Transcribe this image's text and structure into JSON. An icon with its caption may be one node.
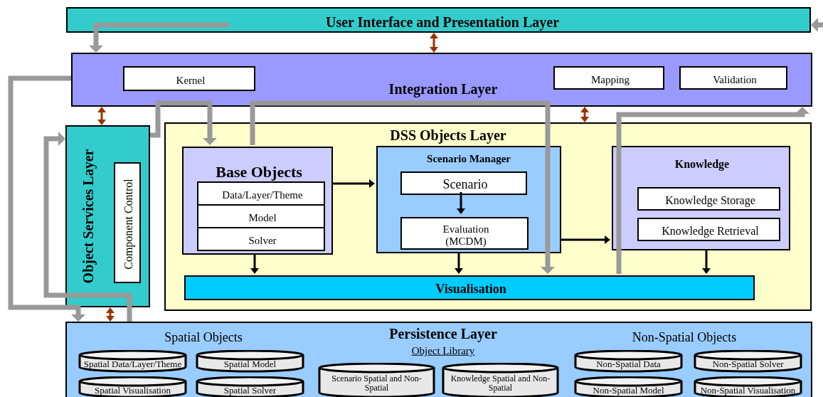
{
  "diagram": {
    "nodes": [
      {
        "text": [
          "User Interface and Presentation Layer"
        ]
      },
      {
        "text": [
          "Integration Layer"
        ]
      },
      {
        "text": [
          "Kernel"
        ],
        "in": 1
      },
      {
        "text": [
          "Mapping"
        ],
        "in": 1
      },
      {
        "text": [
          "Validation"
        ],
        "in": 1
      },
      {
        "text": [
          "Object Services Layer"
        ]
      },
      {
        "text": [
          "Component Control"
        ],
        "in": 5
      },
      {
        "text": [
          "DSS Objects Layer"
        ]
      },
      {
        "text": [
          "Base Objects"
        ],
        "in": 7
      },
      {
        "text": [
          "Data/Layer/Theme"
        ],
        "in": 8
      },
      {
        "text": [
          "Model"
        ],
        "in": 8
      },
      {
        "text": [
          "Solver"
        ],
        "in": 8
      },
      {
        "text": [
          "Scenario Manager"
        ],
        "in": 7
      },
      {
        "text": [
          "Scenario"
        ],
        "in": 12
      },
      {
        "text": [
          "Evaluation (MCDM)"
        ],
        "in": 12
      },
      {
        "text": [
          "Knowledge"
        ],
        "in": 7
      },
      {
        "text": [
          "Knowledge Storage"
        ],
        "in": 15
      },
      {
        "text": [
          "Knowledge Retrieval"
        ],
        "in": 15
      },
      {
        "text": [
          "Visualisation"
        ],
        "in": 7
      },
      {
        "text": [
          "Spatial Objects",
          "Persistence Layer",
          "Object Library",
          "Non-Spatial Objects"
        ]
      },
      {
        "text": [
          "Spatial Data/Layer/Theme"
        ],
        "in": 19
      },
      {
        "text": [
          "Spatial Model"
        ],
        "in": 19
      },
      {
        "text": [
          "Scenario Spatial and Non-Spatial"
        ],
        "in": 19
      },
      {
        "text": [
          "Knowledge Spatial and Non-Spatial"
        ],
        "in": 19
      },
      {
        "text": [
          "Non-Spatial Data"
        ],
        "in": 19
      },
      {
        "text": [
          "Non-Spatial Solver"
        ],
        "in": 19
      },
      {
        "text": [
          "Spatial Visualisation"
        ],
        "in": 19
      },
      {
        "text": [
          "Spatial Solver"
        ],
        "in": 19
      },
      {
        "text": [
          "Non-Spatial Model"
        ],
        "in": 19
      },
      {
        "text": [
          "Non-Spatial Visualisation"
        ],
        "in": 19
      }
    ],
    "edges": [
      {
        "from": 0,
        "to": 1,
        "arrow": "both",
        "color": "#993300"
      },
      {
        "from": 1,
        "to": 5,
        "arrow": "both",
        "color": "#993300"
      },
      {
        "from": 1,
        "to": 7,
        "arrow": "both",
        "color": "#993300"
      },
      {
        "from": 5,
        "to": 19,
        "arrow": "both",
        "color": "#993300"
      },
      {
        "from": 8,
        "to": 12,
        "arrow": "to",
        "color": "#000000"
      },
      {
        "from": 13,
        "to": 14,
        "arrow": "to",
        "color": "#000000"
      },
      {
        "from": 12,
        "to": 15,
        "arrow": "to",
        "color": "#000000"
      },
      {
        "from": 8,
        "to": 18,
        "arrow": "to",
        "color": "#000000"
      },
      {
        "from": 12,
        "to": 18,
        "arrow": "to",
        "color": "#000000"
      },
      {
        "from": 15,
        "to": 18,
        "arrow": "to",
        "color": "#000000"
      },
      {
        "from": 0,
        "to": 1,
        "arrow": "to",
        "style": "thick"
      },
      {
        "from": 1,
        "to": 19,
        "arrow": "to",
        "style": "thick"
      },
      {
        "from": 19,
        "to": 5,
        "arrow": "to",
        "style": "thick"
      },
      {
        "from": 5,
        "to": 8,
        "arrow": "to",
        "style": "thick"
      },
      {
        "from": 8,
        "to": 18,
        "arrow": "to",
        "style": "thick"
      },
      {
        "from": 18,
        "to": 1,
        "arrow": "to",
        "style": "thick"
      },
      {
        "from": null,
        "to": 0,
        "arrow": "to",
        "style": "thick"
      }
    ]
  }
}
